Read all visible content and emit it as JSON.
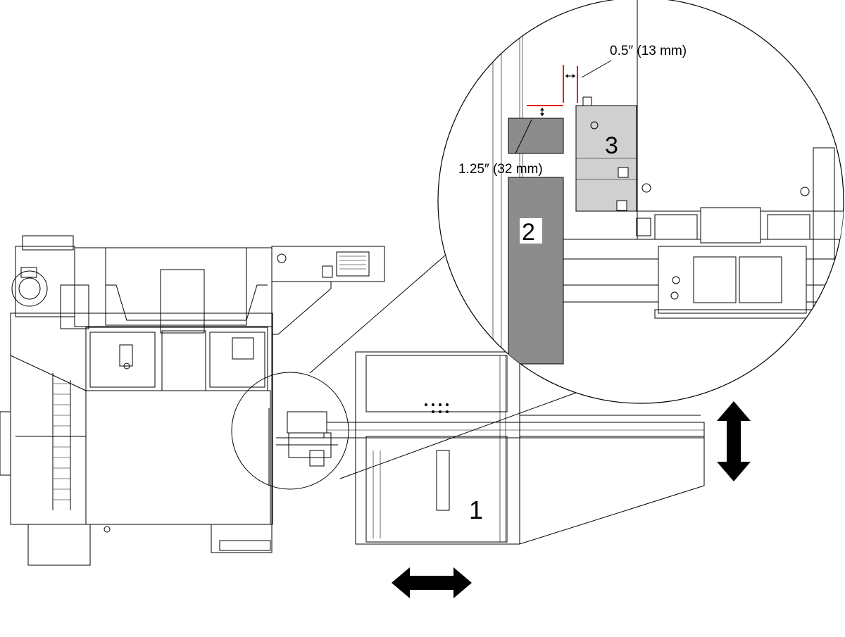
{
  "callouts": {
    "part_1": "1",
    "part_2": "2",
    "part_3": "3"
  },
  "dimensions": {
    "horizontal_gap": "0.5″ (13 mm)",
    "vertical_gap": "1.25″ (32 mm)"
  },
  "arrows": {
    "horizontal": "double-arrow-horizontal-icon",
    "vertical": "double-arrow-vertical-icon"
  },
  "colors": {
    "line": "#000000",
    "dimension_mark": "#e02020",
    "part_2_fill": "#8c8c8c",
    "part_3_fill": "#d0d0d0"
  }
}
